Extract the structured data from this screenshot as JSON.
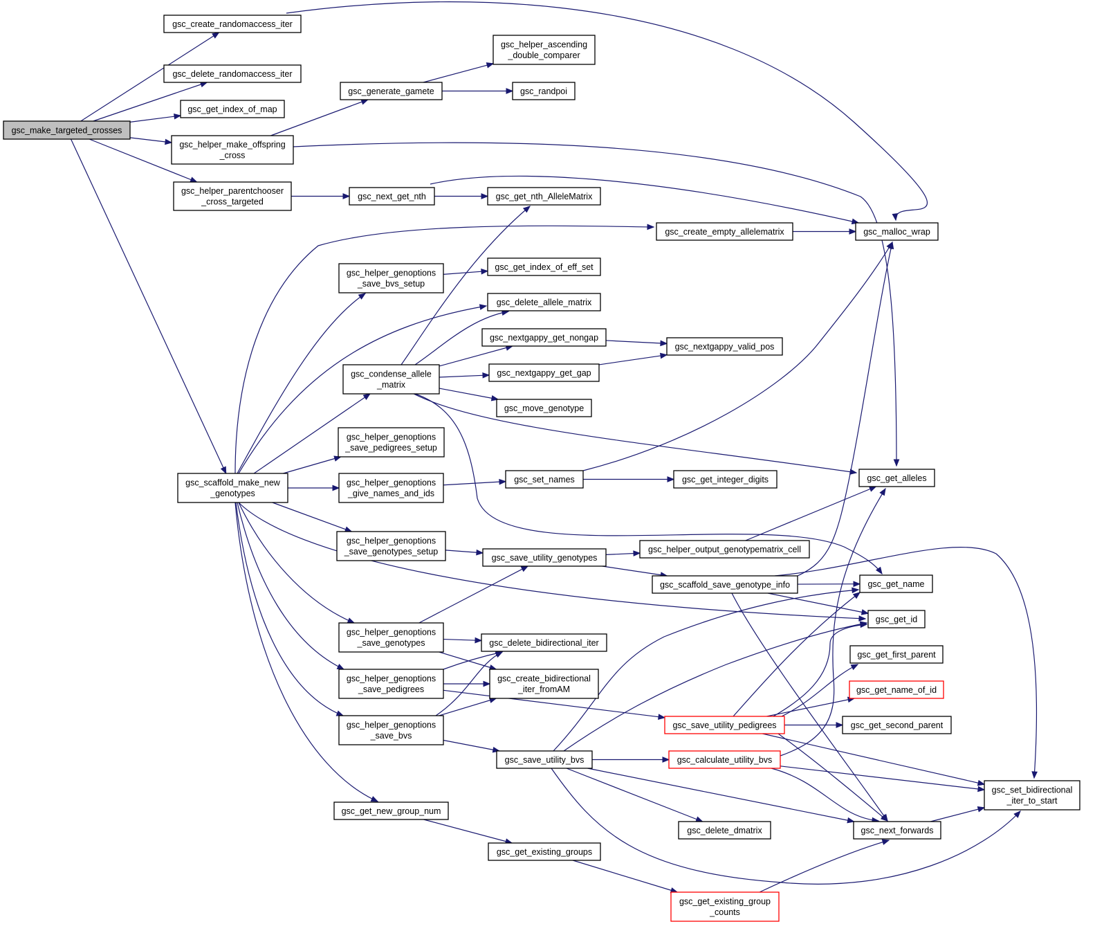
{
  "nodes": [
    {
      "id": "make_targeted_crosses",
      "label": [
        "gsc_make_targeted_crosses"
      ],
      "style": "root"
    },
    {
      "id": "create_randomaccess_iter",
      "label": [
        "gsc_create_randomaccess_iter"
      ],
      "style": "normal"
    },
    {
      "id": "delete_randomaccess_iter",
      "label": [
        "gsc_delete_randomaccess_iter"
      ],
      "style": "normal"
    },
    {
      "id": "get_index_of_map",
      "label": [
        "gsc_get_index_of_map"
      ],
      "style": "normal"
    },
    {
      "id": "helper_make_offspring_cross",
      "label": [
        "gsc_helper_make_offspring",
        "_cross"
      ],
      "style": "normal"
    },
    {
      "id": "helper_parentchooser",
      "label": [
        "gsc_helper_parentchooser",
        "_cross_targeted"
      ],
      "style": "normal"
    },
    {
      "id": "scaffold_make_new_genotypes",
      "label": [
        "gsc_scaffold_make_new",
        "_genotypes"
      ],
      "style": "normal"
    },
    {
      "id": "helper_ascending_double_comparer",
      "label": [
        "gsc_helper_ascending",
        "_double_comparer"
      ],
      "style": "normal"
    },
    {
      "id": "generate_gamete",
      "label": [
        "gsc_generate_gamete"
      ],
      "style": "normal"
    },
    {
      "id": "randpoi",
      "label": [
        "gsc_randpoi"
      ],
      "style": "normal"
    },
    {
      "id": "next_get_nth",
      "label": [
        "gsc_next_get_nth"
      ],
      "style": "normal"
    },
    {
      "id": "get_nth_AlleleMatrix",
      "label": [
        "gsc_get_nth_AlleleMatrix"
      ],
      "style": "normal"
    },
    {
      "id": "create_empty_allelematrix",
      "label": [
        "gsc_create_empty_allelematrix"
      ],
      "style": "normal"
    },
    {
      "id": "malloc_wrap",
      "label": [
        "gsc_malloc_wrap"
      ],
      "style": "normal"
    },
    {
      "id": "save_bvs_setup",
      "label": [
        "gsc_helper_genoptions",
        "_save_bvs_setup"
      ],
      "style": "normal"
    },
    {
      "id": "get_index_of_eff_set",
      "label": [
        "gsc_get_index_of_eff_set"
      ],
      "style": "normal"
    },
    {
      "id": "delete_allele_matrix",
      "label": [
        "gsc_delete_allele_matrix"
      ],
      "style": "normal"
    },
    {
      "id": "nextgappy_get_nongap",
      "label": [
        "gsc_nextgappy_get_nongap"
      ],
      "style": "normal"
    },
    {
      "id": "nextgappy_valid_pos",
      "label": [
        "gsc_nextgappy_valid_pos"
      ],
      "style": "normal"
    },
    {
      "id": "condense_allele_matrix",
      "label": [
        "gsc_condense_allele",
        "_matrix"
      ],
      "style": "normal"
    },
    {
      "id": "nextgappy_get_gap",
      "label": [
        "gsc_nextgappy_get_gap"
      ],
      "style": "normal"
    },
    {
      "id": "move_genotype",
      "label": [
        "gsc_move_genotype"
      ],
      "style": "normal"
    },
    {
      "id": "save_pedigrees_setup",
      "label": [
        "gsc_helper_genoptions",
        "_save_pedigrees_setup"
      ],
      "style": "normal"
    },
    {
      "id": "give_names_and_ids",
      "label": [
        "gsc_helper_genoptions",
        "_give_names_and_ids"
      ],
      "style": "normal"
    },
    {
      "id": "set_names",
      "label": [
        "gsc_set_names"
      ],
      "style": "normal"
    },
    {
      "id": "get_integer_digits",
      "label": [
        "gsc_get_integer_digits"
      ],
      "style": "normal"
    },
    {
      "id": "get_alleles",
      "label": [
        "gsc_get_alleles"
      ],
      "style": "normal"
    },
    {
      "id": "save_genotypes_setup",
      "label": [
        "gsc_helper_genoptions",
        "_save_genotypes_setup"
      ],
      "style": "normal"
    },
    {
      "id": "save_utility_genotypes",
      "label": [
        "gsc_save_utility_genotypes"
      ],
      "style": "normal"
    },
    {
      "id": "helper_output_genotypematrix_cell",
      "label": [
        "gsc_helper_output_genotypematrix_cell"
      ],
      "style": "normal"
    },
    {
      "id": "scaffold_save_genotype_info",
      "label": [
        "gsc_scaffold_save_genotype_info"
      ],
      "style": "normal"
    },
    {
      "id": "get_name",
      "label": [
        "gsc_get_name"
      ],
      "style": "normal"
    },
    {
      "id": "get_id",
      "label": [
        "gsc_get_id"
      ],
      "style": "normal"
    },
    {
      "id": "save_genotypes",
      "label": [
        "gsc_helper_genoptions",
        "_save_genotypes"
      ],
      "style": "normal"
    },
    {
      "id": "delete_bidirectional_iter",
      "label": [
        "gsc_delete_bidirectional_iter"
      ],
      "style": "normal"
    },
    {
      "id": "save_pedigrees",
      "label": [
        "gsc_helper_genoptions",
        "_save_pedigrees"
      ],
      "style": "normal"
    },
    {
      "id": "create_bidirectional_iter_fromAM",
      "label": [
        "gsc_create_bidirectional",
        "_iter_fromAM"
      ],
      "style": "normal"
    },
    {
      "id": "get_first_parent",
      "label": [
        "gsc_get_first_parent"
      ],
      "style": "normal"
    },
    {
      "id": "get_name_of_id",
      "label": [
        "gsc_get_name_of_id"
      ],
      "style": "red"
    },
    {
      "id": "save_utility_pedigrees",
      "label": [
        "gsc_save_utility_pedigrees"
      ],
      "style": "red"
    },
    {
      "id": "get_second_parent",
      "label": [
        "gsc_get_second_parent"
      ],
      "style": "normal"
    },
    {
      "id": "save_bvs",
      "label": [
        "gsc_helper_genoptions",
        "_save_bvs"
      ],
      "style": "normal"
    },
    {
      "id": "save_utility_bvs",
      "label": [
        "gsc_save_utility_bvs"
      ],
      "style": "normal"
    },
    {
      "id": "calculate_utility_bvs",
      "label": [
        "gsc_calculate_utility_bvs"
      ],
      "style": "red"
    },
    {
      "id": "set_bidirectional_iter_to_start",
      "label": [
        "gsc_set_bidirectional",
        "_iter_to_start"
      ],
      "style": "normal"
    },
    {
      "id": "get_new_group_num",
      "label": [
        "gsc_get_new_group_num"
      ],
      "style": "normal"
    },
    {
      "id": "delete_dmatrix",
      "label": [
        "gsc_delete_dmatrix"
      ],
      "style": "normal"
    },
    {
      "id": "next_forwards",
      "label": [
        "gsc_next_forwards"
      ],
      "style": "normal"
    },
    {
      "id": "get_existing_groups",
      "label": [
        "gsc_get_existing_groups"
      ],
      "style": "normal"
    },
    {
      "id": "get_existing_group_counts",
      "label": [
        "gsc_get_existing_group",
        "_counts"
      ],
      "style": "red"
    }
  ],
  "edges": [
    {
      "from": "make_targeted_crosses",
      "to": "create_randomaccess_iter"
    },
    {
      "from": "make_targeted_crosses",
      "to": "delete_randomaccess_iter"
    },
    {
      "from": "make_targeted_crosses",
      "to": "get_index_of_map"
    },
    {
      "from": "make_targeted_crosses",
      "to": "helper_make_offspring_cross"
    },
    {
      "from": "make_targeted_crosses",
      "to": "helper_parentchooser"
    },
    {
      "from": "make_targeted_crosses",
      "to": "scaffold_make_new_genotypes"
    },
    {
      "from": "create_randomaccess_iter",
      "to": "malloc_wrap"
    },
    {
      "from": "helper_make_offspring_cross",
      "to": "generate_gamete"
    },
    {
      "from": "helper_make_offspring_cross",
      "to": "get_alleles"
    },
    {
      "from": "generate_gamete",
      "to": "helper_ascending_double_comparer"
    },
    {
      "from": "generate_gamete",
      "to": "randpoi"
    },
    {
      "from": "helper_parentchooser",
      "to": "next_get_nth"
    },
    {
      "from": "next_get_nth",
      "to": "get_nth_AlleleMatrix"
    },
    {
      "from": "next_get_nth",
      "to": "malloc_wrap"
    },
    {
      "from": "create_empty_allelematrix",
      "to": "malloc_wrap"
    },
    {
      "from": "scaffold_make_new_genotypes",
      "to": "create_empty_allelematrix"
    },
    {
      "from": "scaffold_make_new_genotypes",
      "to": "save_bvs_setup"
    },
    {
      "from": "scaffold_make_new_genotypes",
      "to": "delete_allele_matrix"
    },
    {
      "from": "scaffold_make_new_genotypes",
      "to": "condense_allele_matrix"
    },
    {
      "from": "scaffold_make_new_genotypes",
      "to": "save_pedigrees_setup"
    },
    {
      "from": "scaffold_make_new_genotypes",
      "to": "give_names_and_ids"
    },
    {
      "from": "scaffold_make_new_genotypes",
      "to": "save_genotypes_setup"
    },
    {
      "from": "scaffold_make_new_genotypes",
      "to": "get_id"
    },
    {
      "from": "scaffold_make_new_genotypes",
      "to": "save_genotypes"
    },
    {
      "from": "scaffold_make_new_genotypes",
      "to": "save_pedigrees"
    },
    {
      "from": "scaffold_make_new_genotypes",
      "to": "save_bvs"
    },
    {
      "from": "scaffold_make_new_genotypes",
      "to": "get_new_group_num"
    },
    {
      "from": "save_bvs_setup",
      "to": "get_index_of_eff_set"
    },
    {
      "from": "condense_allele_matrix",
      "to": "get_nth_AlleleMatrix"
    },
    {
      "from": "condense_allele_matrix",
      "to": "delete_allele_matrix"
    },
    {
      "from": "condense_allele_matrix",
      "to": "nextgappy_get_nongap"
    },
    {
      "from": "condense_allele_matrix",
      "to": "nextgappy_get_gap"
    },
    {
      "from": "condense_allele_matrix",
      "to": "move_genotype"
    },
    {
      "from": "condense_allele_matrix",
      "to": "get_alleles"
    },
    {
      "from": "condense_allele_matrix",
      "to": "get_name"
    },
    {
      "from": "nextgappy_get_nongap",
      "to": "nextgappy_valid_pos"
    },
    {
      "from": "nextgappy_get_gap",
      "to": "nextgappy_valid_pos"
    },
    {
      "from": "give_names_and_ids",
      "to": "set_names"
    },
    {
      "from": "set_names",
      "to": "get_integer_digits"
    },
    {
      "from": "set_names",
      "to": "malloc_wrap"
    },
    {
      "from": "save_genotypes_setup",
      "to": "save_utility_genotypes"
    },
    {
      "from": "save_utility_genotypes",
      "to": "helper_output_genotypematrix_cell"
    },
    {
      "from": "save_utility_genotypes",
      "to": "scaffold_save_genotype_info"
    },
    {
      "from": "helper_output_genotypematrix_cell",
      "to": "get_alleles"
    },
    {
      "from": "scaffold_save_genotype_info",
      "to": "malloc_wrap"
    },
    {
      "from": "scaffold_save_genotype_info",
      "to": "get_name"
    },
    {
      "from": "scaffold_save_genotype_info",
      "to": "get_id"
    },
    {
      "from": "scaffold_save_genotype_info",
      "to": "set_bidirectional_iter_to_start"
    },
    {
      "from": "scaffold_save_genotype_info",
      "to": "next_forwards"
    },
    {
      "from": "save_genotypes",
      "to": "save_utility_genotypes"
    },
    {
      "from": "save_genotypes",
      "to": "delete_bidirectional_iter"
    },
    {
      "from": "save_genotypes",
      "to": "create_bidirectional_iter_fromAM"
    },
    {
      "from": "save_pedigrees",
      "to": "delete_bidirectional_iter"
    },
    {
      "from": "save_pedigrees",
      "to": "create_bidirectional_iter_fromAM"
    },
    {
      "from": "save_pedigrees",
      "to": "save_utility_pedigrees"
    },
    {
      "from": "save_bvs",
      "to": "delete_bidirectional_iter"
    },
    {
      "from": "save_bvs",
      "to": "create_bidirectional_iter_fromAM"
    },
    {
      "from": "save_bvs",
      "to": "save_utility_bvs"
    },
    {
      "from": "save_utility_pedigrees",
      "to": "get_name"
    },
    {
      "from": "save_utility_pedigrees",
      "to": "get_id"
    },
    {
      "from": "save_utility_pedigrees",
      "to": "get_first_parent"
    },
    {
      "from": "save_utility_pedigrees",
      "to": "get_name_of_id"
    },
    {
      "from": "save_utility_pedigrees",
      "to": "get_second_parent"
    },
    {
      "from": "save_utility_pedigrees",
      "to": "set_bidirectional_iter_to_start"
    },
    {
      "from": "save_utility_pedigrees",
      "to": "next_forwards"
    },
    {
      "from": "save_utility_bvs",
      "to": "get_name"
    },
    {
      "from": "save_utility_bvs",
      "to": "get_id"
    },
    {
      "from": "save_utility_bvs",
      "to": "calculate_utility_bvs"
    },
    {
      "from": "save_utility_bvs",
      "to": "delete_dmatrix"
    },
    {
      "from": "save_utility_bvs",
      "to": "next_forwards"
    },
    {
      "from": "save_utility_bvs",
      "to": "set_bidirectional_iter_to_start"
    },
    {
      "from": "calculate_utility_bvs",
      "to": "get_alleles"
    },
    {
      "from": "calculate_utility_bvs",
      "to": "set_bidirectional_iter_to_start"
    },
    {
      "from": "calculate_utility_bvs",
      "to": "next_forwards"
    },
    {
      "from": "next_forwards",
      "to": "set_bidirectional_iter_to_start"
    },
    {
      "from": "get_new_group_num",
      "to": "get_existing_groups"
    },
    {
      "from": "get_existing_groups",
      "to": "get_existing_group_counts"
    },
    {
      "from": "get_existing_group_counts",
      "to": "next_forwards"
    }
  ]
}
